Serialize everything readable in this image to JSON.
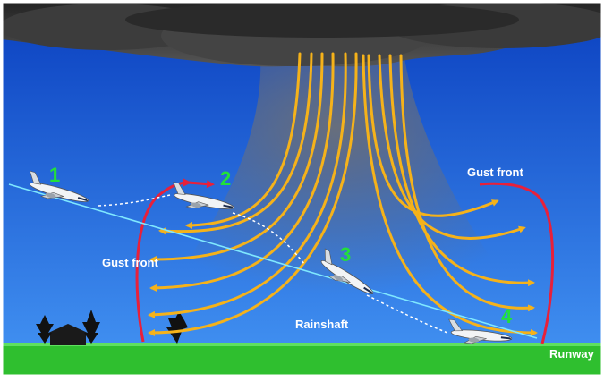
{
  "labels": {
    "gust_front_left": "Gust front",
    "gust_front_right": "Gust front",
    "rainshaft": "Rainshaft",
    "runway": "Runway"
  },
  "positions": [
    "1",
    "2",
    "3",
    "4"
  ],
  "colors": {
    "sky_top": "#0a3fbf",
    "sky_bottom": "#3f8ef0",
    "cloud": "#3a3a3a",
    "ground": "#2fbf2f",
    "downdraft_arrows": "#f5b21a",
    "gust_front": "#e8203a",
    "glide_path": "#7fe8ff",
    "flight_path": "#ffffff",
    "position_numbers": "#22e03a"
  }
}
